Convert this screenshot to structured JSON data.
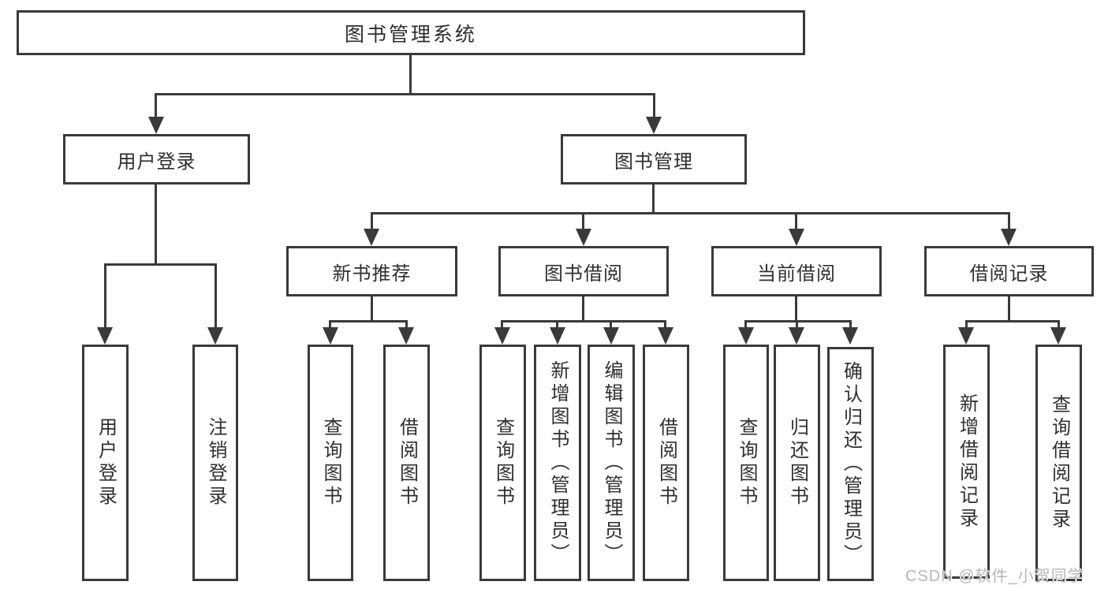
{
  "diagram": {
    "type": "hierarchy-tree",
    "title": "图书管理系统",
    "watermark": "CSDN @软件_小贺同学",
    "colors": {
      "background": "#ffffff",
      "box_border": "#3a3a3a",
      "connector": "#3a3a3a",
      "text": "#2f2f2f",
      "watermark": "#b7b7b7"
    },
    "nodes": {
      "root": "图书管理系统",
      "user_login": "用户登录",
      "book_mgmt": "图书管理",
      "new_book_rec": "新书推荐",
      "book_borrow": "图书借阅",
      "current_borrow": "当前借阅",
      "borrow_record": "借阅记录",
      "leaf_user_login": "用户登录",
      "leaf_logout": "注销登录",
      "leaf_query_books_rec": "查询图书",
      "leaf_borrow_books_rec": "借阅图书",
      "leaf_query_books_borrow": "查询图书",
      "leaf_add_books": "新增图书（管理员）",
      "leaf_edit_books": "编辑图书（管理员）",
      "leaf_borrow_books": "借阅图书",
      "leaf_query_books_current": "查询图书",
      "leaf_return_books": "归还图书",
      "leaf_confirm_return": "确认归还（管理员）",
      "leaf_add_record": "新增借阅记录",
      "leaf_query_record": "查询借阅记录"
    },
    "hierarchy": {
      "图书管理系统": [
        "用户登录",
        "图书管理"
      ],
      "用户登录": [
        "用户登录",
        "注销登录"
      ],
      "图书管理": [
        "新书推荐",
        "图书借阅",
        "当前借阅",
        "借阅记录"
      ],
      "新书推荐": [
        "查询图书",
        "借阅图书"
      ],
      "图书借阅": [
        "查询图书",
        "新增图书（管理员）",
        "编辑图书（管理员）",
        "借阅图书"
      ],
      "当前借阅": [
        "查询图书",
        "归还图书",
        "确认归还（管理员）"
      ],
      "借阅记录": [
        "新增借阅记录",
        "查询借阅记录"
      ]
    }
  }
}
